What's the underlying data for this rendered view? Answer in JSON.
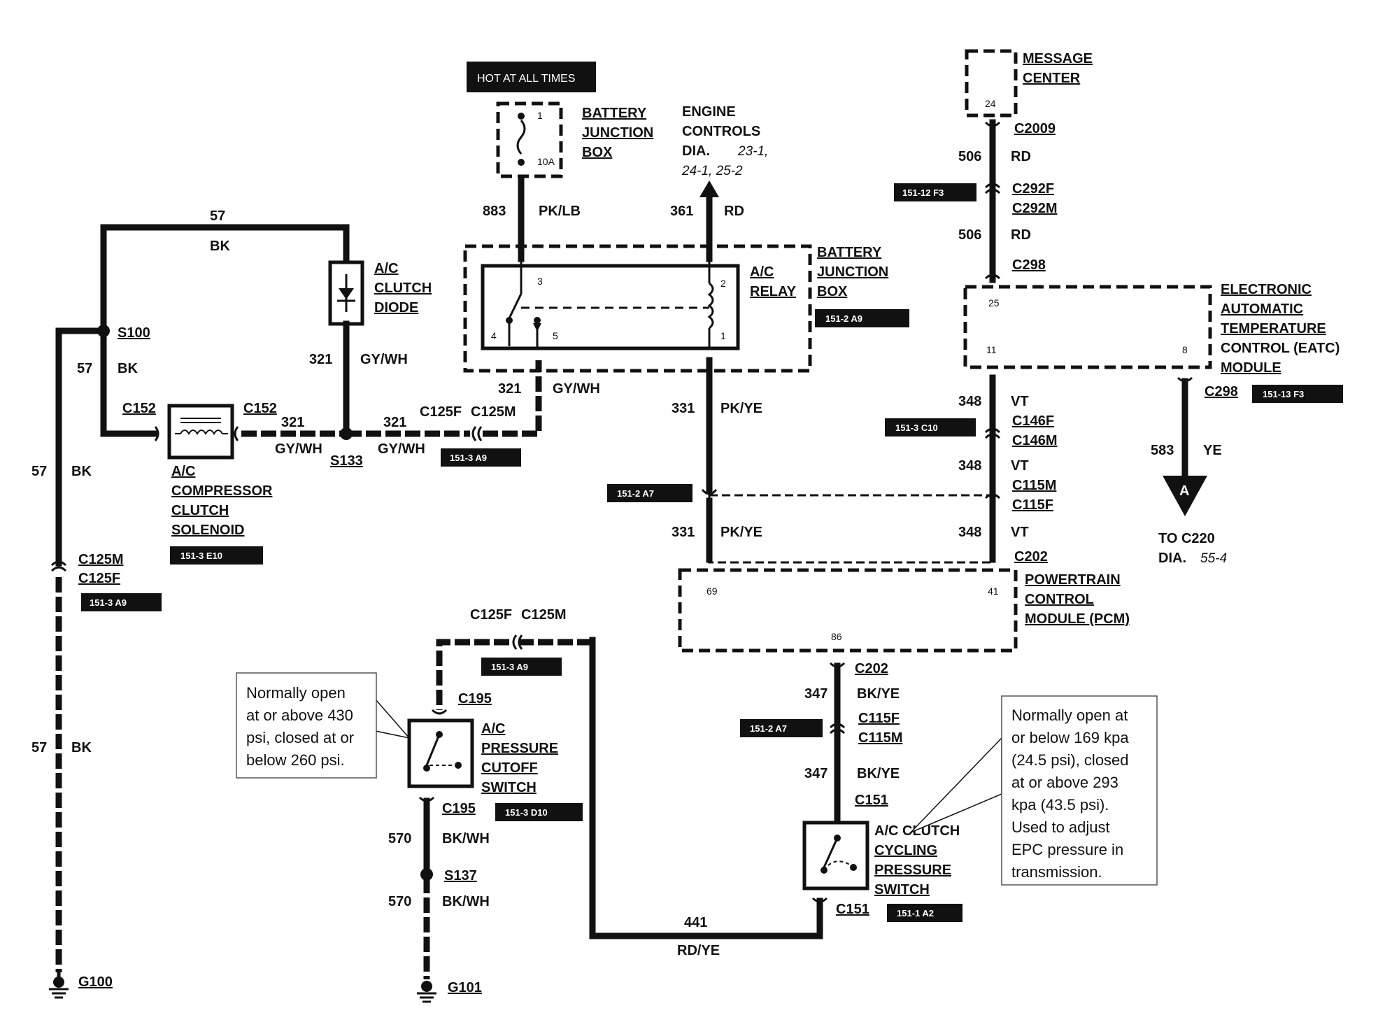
{
  "components": {
    "hot_at_all_times": "HOT AT ALL TIMES",
    "bjb_fuse": {
      "line1": "BATTERY",
      "line2": "JUNCTION",
      "line3": "BOX",
      "pin1": "1",
      "fuse": "10A"
    },
    "engine_controls": {
      "line1": "ENGINE",
      "line2": "CONTROLS",
      "line3": "DIA.",
      "ref1": "23-1,",
      "ref2": "24-1, 25-2"
    },
    "message_center": {
      "line1": "MESSAGE",
      "line2": "CENTER",
      "pin": "24"
    },
    "ac_relay": {
      "line1": "A/C",
      "line2": "RELAY",
      "pin3": "3",
      "pin2": "2",
      "pin4": "4",
      "pin5": "5",
      "pin1": "1"
    },
    "bjb_relay": {
      "line1": "BATTERY",
      "line2": "JUNCTION",
      "line3": "BOX",
      "ref": "151-2 A9"
    },
    "ac_clutch_diode": {
      "line1": "A/C",
      "line2": "CLUTCH",
      "line3": "DIODE"
    },
    "compressor": {
      "line1": "A/C",
      "line2": "COMPRESSOR",
      "line3": "CLUTCH",
      "line4": "SOLENOID",
      "ref": "151-3 E10"
    },
    "eatc": {
      "line1": "ELECTRONIC",
      "line2": "AUTOMATIC",
      "line3": "TEMPERATURE",
      "line4": "CONTROL (EATC)",
      "line5": "MODULE",
      "pin25": "25",
      "pin11": "11",
      "pin8": "8"
    },
    "pcm": {
      "line1": "POWERTRAIN",
      "line2": "CONTROL",
      "line3": "MODULE (PCM)",
      "pin69": "69",
      "pin41": "41",
      "pin86": "86"
    },
    "pressure_cutoff": {
      "line1": "A/C",
      "line2": "PRESSURE",
      "line3": "CUTOFF",
      "line4": "SWITCH"
    },
    "cycling_switch": {
      "line1": "A/C CLUTCH",
      "line2": "CYCLING",
      "line3": "PRESSURE",
      "line4": "SWITCH"
    },
    "to_c220": {
      "line1": "TO C220",
      "line2": "DIA.",
      "ref": "55-4",
      "symbol": "A"
    }
  },
  "notes": {
    "cutoff_note": [
      "Normally open",
      "at or above 430",
      "psi, closed at or",
      "below 260 psi."
    ],
    "cycling_note": [
      "Normally open at",
      "or below 169 kpa",
      "(24.5 psi), closed",
      "at or above 293",
      "kpa (43.5 psi).",
      "Used to adjust",
      "EPC pressure in",
      "transmission."
    ]
  },
  "circuits": {
    "c57": "57",
    "bk": "BK",
    "c321": "321",
    "gywh": "GY/WH",
    "c883": "883",
    "pklb": "PK/LB",
    "c361": "361",
    "rd": "RD",
    "c506": "506",
    "c331": "331",
    "pkye": "PK/YE",
    "c348": "348",
    "vt": "VT",
    "c583": "583",
    "ye": "YE",
    "c347": "347",
    "bkye": "BK/YE",
    "c570": "570",
    "bkwh": "BK/WH",
    "c441": "441",
    "rdye": "RD/YE"
  },
  "connectors": {
    "s100": "S100",
    "s133": "S133",
    "s137": "S137",
    "c152": "C152",
    "c125f": "C125F",
    "c125m": "C125M",
    "c2009": "C2009",
    "c292f": "C292F",
    "c292m": "C292M",
    "c298": "C298",
    "c146f": "C146F",
    "c146m": "C146M",
    "c115m": "C115M",
    "c115f": "C115F",
    "c202": "C202",
    "c195": "C195",
    "c151": "C151",
    "g100": "G100",
    "g101": "G101"
  },
  "tags": {
    "t_151_12_f3": "151-12 F3",
    "t_151_13_f3": "151-13 F3",
    "t_151_3_c10": "151-3 C10",
    "t_151_3_a9": "151-3 A9",
    "t_151_2_a7": "151-2 A7",
    "t_151_3_d10": "151-3 D10",
    "t_151_1_a2": "151-1 A2"
  }
}
